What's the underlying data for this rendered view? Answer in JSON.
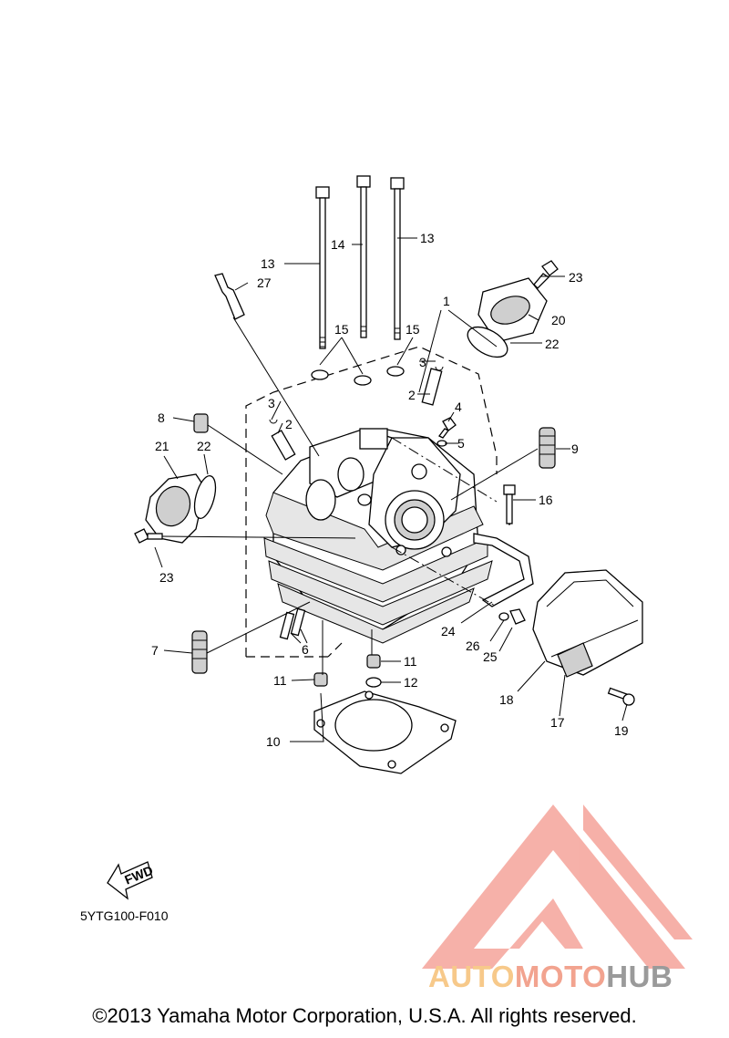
{
  "diagram": {
    "callouts": [
      {
        "id": "c1",
        "text": "1"
      },
      {
        "id": "c2a",
        "text": "2"
      },
      {
        "id": "c2b",
        "text": "2"
      },
      {
        "id": "c3a",
        "text": "3"
      },
      {
        "id": "c3b",
        "text": "3"
      },
      {
        "id": "c4",
        "text": "4"
      },
      {
        "id": "c5",
        "text": "5"
      },
      {
        "id": "c6",
        "text": "6"
      },
      {
        "id": "c7",
        "text": "7"
      },
      {
        "id": "c8",
        "text": "8"
      },
      {
        "id": "c9",
        "text": "9"
      },
      {
        "id": "c10",
        "text": "10"
      },
      {
        "id": "c11a",
        "text": "11"
      },
      {
        "id": "c11b",
        "text": "11"
      },
      {
        "id": "c12",
        "text": "12"
      },
      {
        "id": "c13a",
        "text": "13"
      },
      {
        "id": "c13b",
        "text": "13"
      },
      {
        "id": "c14",
        "text": "14"
      },
      {
        "id": "c15a",
        "text": "15"
      },
      {
        "id": "c15b",
        "text": "15"
      },
      {
        "id": "c16",
        "text": "16"
      },
      {
        "id": "c17",
        "text": "17"
      },
      {
        "id": "c18",
        "text": "18"
      },
      {
        "id": "c19",
        "text": "19"
      },
      {
        "id": "c20",
        "text": "20"
      },
      {
        "id": "c21",
        "text": "21"
      },
      {
        "id": "c22a",
        "text": "22"
      },
      {
        "id": "c22b",
        "text": "22"
      },
      {
        "id": "c23a",
        "text": "23"
      },
      {
        "id": "c23b",
        "text": "23"
      },
      {
        "id": "c24",
        "text": "24"
      },
      {
        "id": "c25",
        "text": "25"
      },
      {
        "id": "c26",
        "text": "26"
      },
      {
        "id": "c27",
        "text": "27"
      }
    ],
    "fwd_label": "FWD",
    "figure_code": "5YTG100-F010"
  },
  "watermark": {
    "parts": [
      "AUTO",
      "MOTO",
      "HUB"
    ],
    "colors": {
      "auto": "#f7c98a",
      "moto": "#f2a38f",
      "hub": "#9a9a9a",
      "triangle": "#f5a39a"
    }
  },
  "footer": {
    "copyright": "©2013 Yamaha Motor Corporation, U.S.A. All rights reserved."
  }
}
